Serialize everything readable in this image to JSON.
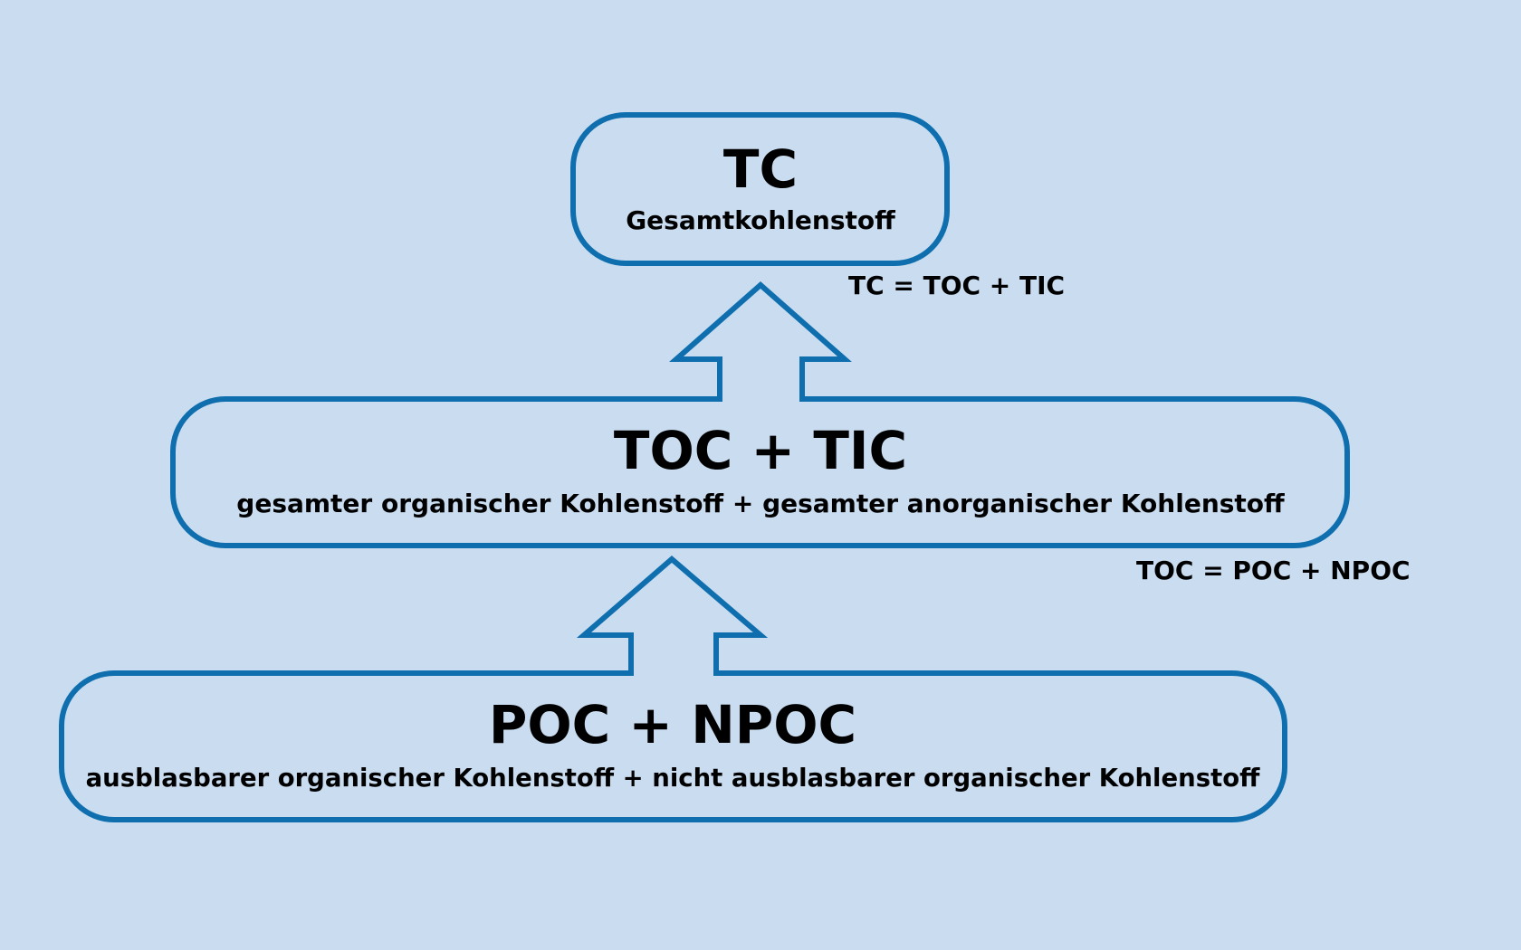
{
  "colors": {
    "background": "#c9dcf0",
    "outline": "#0f6ead",
    "text": "#000000"
  },
  "top_box": {
    "title": "TC",
    "subtitle": "Gesamtkohlenstoff"
  },
  "middle_box": {
    "title": "TOC + TIC",
    "subtitle": "gesamter organischer Kohlenstoff + gesamter anorganischer Kohlenstoff"
  },
  "bottom_box": {
    "title": "POC + NPOC",
    "subtitle": "ausblasbarer organischer Kohlenstoff + nicht ausblasbarer organischer Kohlenstoff"
  },
  "formulas": {
    "tc": "TC = TOC + TIC",
    "toc": "TOC = POC + NPOC"
  }
}
